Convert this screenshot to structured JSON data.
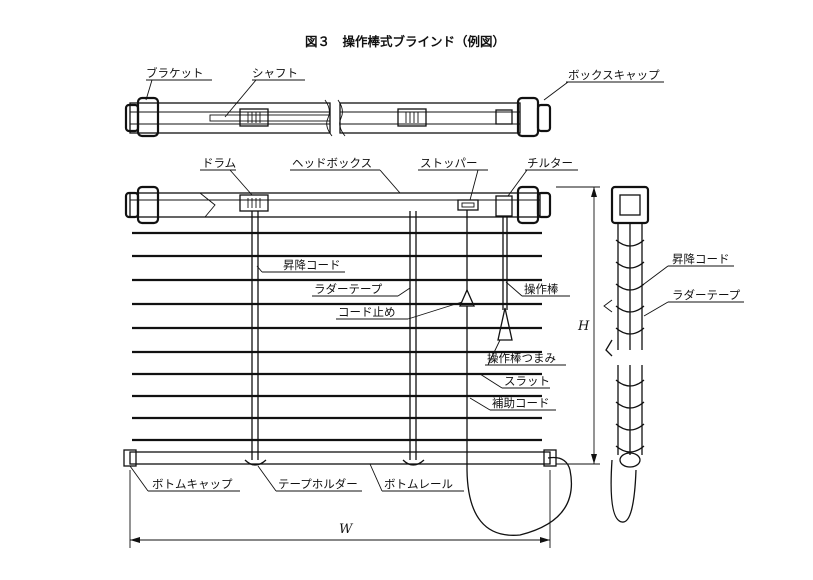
{
  "figure": {
    "title": "図３　操作棒式ブラインド（例図）"
  },
  "labels": {
    "bracket": "ブラケット",
    "shaft": "シャフト",
    "box_cap": "ボックスキャップ",
    "drum": "ドラム",
    "head_box": "ヘッドボックス",
    "stopper": "ストッパー",
    "tilter": "チルター",
    "lift_cord": "昇降コード",
    "ladder_tape": "ラダーテープ",
    "wand": "操作棒",
    "cord_stop": "コード止め",
    "wand_knob": "操作棒つまみ",
    "slat": "スラット",
    "aux_cord": "補助コード",
    "bottom_cap": "ボトムキャップ",
    "tape_holder": "テープホルダー",
    "bottom_rail": "ボトムレール",
    "side_lift_cord": "昇降コード",
    "side_ladder_tape": "ラダーテープ"
  },
  "dimensions": {
    "height": "H",
    "width": "W"
  }
}
